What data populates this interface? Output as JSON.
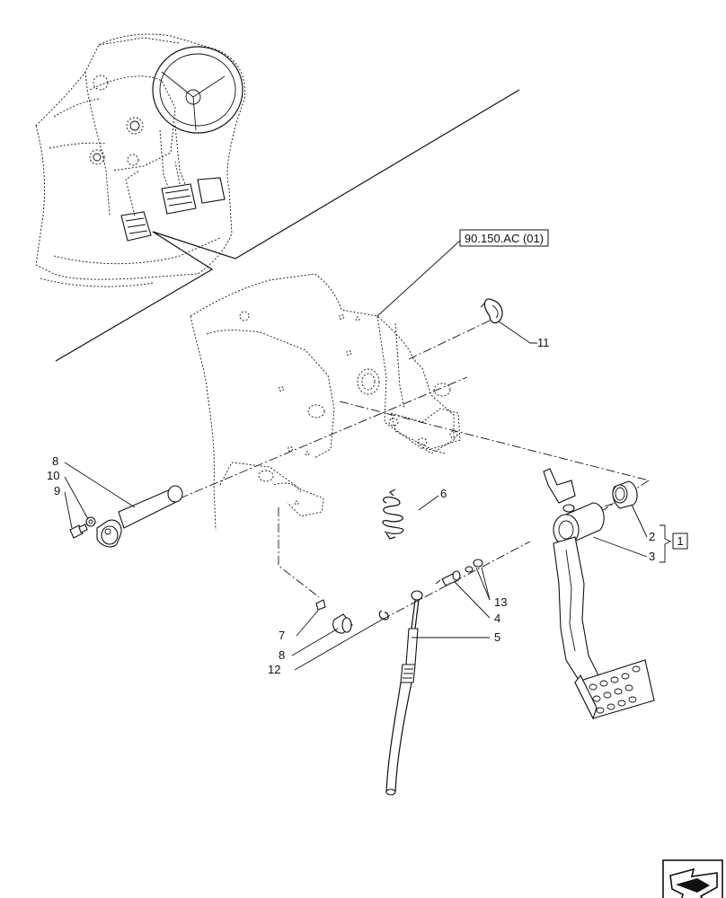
{
  "diagram": {
    "reference_label": "90.150.AC (01)",
    "callouts": [
      {
        "id": "c11",
        "text": "11"
      },
      {
        "id": "c6",
        "text": "6"
      },
      {
        "id": "c8a",
        "text": "8"
      },
      {
        "id": "c10",
        "text": "10"
      },
      {
        "id": "c9",
        "text": "9"
      },
      {
        "id": "c2",
        "text": "2"
      },
      {
        "id": "c3",
        "text": "3"
      },
      {
        "id": "c1",
        "text": "1"
      },
      {
        "id": "c13",
        "text": "13"
      },
      {
        "id": "c4",
        "text": "4"
      },
      {
        "id": "c5",
        "text": "5"
      },
      {
        "id": "c7",
        "text": "7"
      },
      {
        "id": "c8b",
        "text": "8"
      },
      {
        "id": "c12",
        "text": "12"
      }
    ]
  }
}
